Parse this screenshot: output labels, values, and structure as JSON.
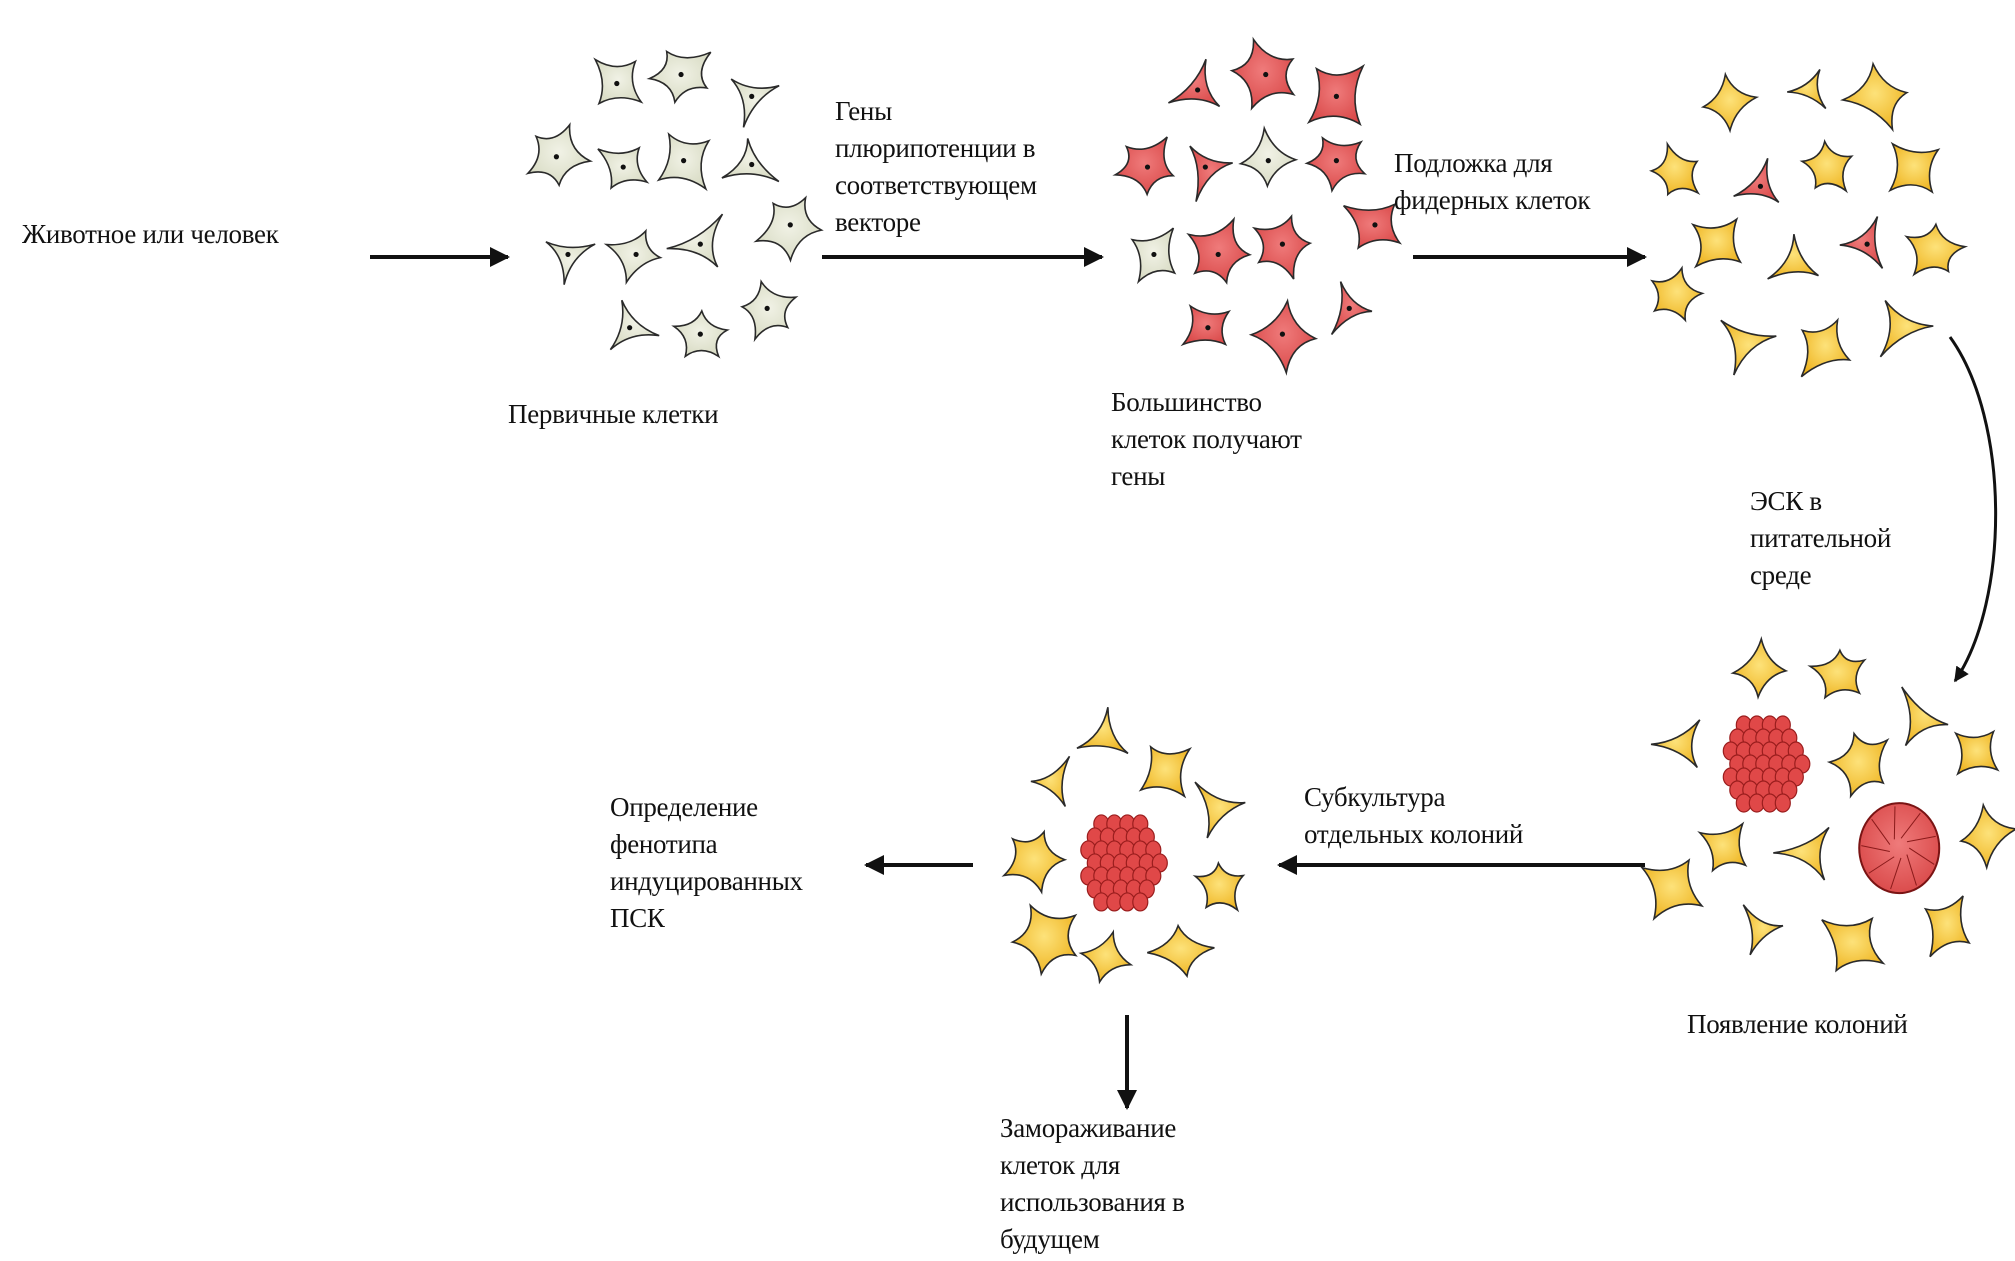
{
  "labels": {
    "source": "Животное или человек",
    "primary_cells": "Первичные клетки",
    "pluripotency_genes": "Гены\nплюрипотенции в\nсоответствующем\nвекторе",
    "most_cells_get_genes": "Большинство\nклеток получают\nгены",
    "feeder_layer": "Подложка для\nфидерных клеток",
    "esc_medium": "ЭСК в\nпитательной\nсреде",
    "colonies_appear": "Появление колоний",
    "subculture": "Субкультура\nотдельных колоний",
    "phenotype": "Определение\nфенотипа\nиндуцированных\nПСК",
    "freezing": "Замораживание\nклеток для\nиспользования в\nбудущем"
  },
  "colors": {
    "primary_cell": "#e4e6d3",
    "transfected_cell": "#e05a5a",
    "feeder_cell": "#f4c53e",
    "colony_cell": "#e04848",
    "arrow": "#111111"
  },
  "clusters": {
    "primary": [
      "g",
      "g",
      "g",
      "g",
      "g",
      "g",
      "g",
      "g",
      "g",
      "g",
      "g",
      "g",
      "g",
      "g"
    ],
    "transfected": [
      "r",
      "r",
      "r",
      "r",
      "r",
      "g",
      "r",
      "r",
      "g",
      "r",
      "r",
      "r",
      "r",
      "r"
    ],
    "feeder": [
      "y",
      "y",
      "y",
      "y",
      "r",
      "y",
      "y",
      "y",
      "y",
      "r",
      "y",
      "y",
      "y",
      "y",
      "y"
    ],
    "colonies": [
      "y",
      "y",
      "y",
      "y",
      "y",
      "y",
      "y",
      "y",
      "y",
      "y",
      "y",
      "y",
      "y"
    ],
    "subculture": [
      "y",
      "y",
      "y",
      "y",
      "y",
      "y",
      "y",
      "y",
      "y"
    ]
  }
}
